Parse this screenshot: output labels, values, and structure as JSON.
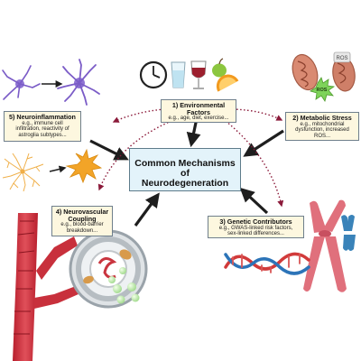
{
  "center": {
    "title_line1": "Common Mechanisms of",
    "title_line2": "Neurodegeneration"
  },
  "boxes": {
    "environmental": {
      "title_line1": "1) Environmental",
      "title_line2": "Factors",
      "desc_line1": "e.g., age, diet, exercise..."
    },
    "metabolic": {
      "title": "2) Metabolic Stress",
      "desc_line1": "e.g., mitochondrial",
      "desc_line2": "dysfunction, increased",
      "desc_line3": "ROS..."
    },
    "genetic": {
      "title": "3) Genetic Contributors",
      "desc_line1": "e.g., GWAS-linked risk factors,",
      "desc_line2": "sex-linked differences..."
    },
    "neurovascular": {
      "title_line1": "4) Neurovascular",
      "title_line2": "Coupling",
      "desc_line1": "e.g., blood-barrier",
      "desc_line2": "breakdown..."
    },
    "neuroinflammation": {
      "title": "5) Neuroinflammation",
      "desc_line1": "e.g., immune cell",
      "desc_line2": "infiltration, reactivity of",
      "desc_line3": "astroglia subtypes..."
    }
  },
  "ros_label": "ROS",
  "ros_label_mito": "ROS",
  "colors": {
    "arrow_solid": "#1e1e1e",
    "arrow_dotted": "#8b1a3a",
    "neuron_purple": "#7b5cc7",
    "astrocyte_orange": "#f0a030",
    "dna_red": "#d13a3a",
    "dna_blue": "#2c74b8",
    "chromosome_pink": "#e0707c",
    "chromosome_blue": "#3a83b9",
    "mito_fill": "#d98a72",
    "ros_green": "#7ed35a",
    "center_fill": "#e3f3fa",
    "box_fill": "#fdf7df"
  },
  "icons": [
    "clock-icon",
    "water-glass-icon",
    "wine-glass-icon",
    "apple-icon",
    "orange-slice-icon",
    "mitochondrion-icon",
    "ros-burst-icon",
    "neuron-icon",
    "microglia-icon",
    "astrocyte-icon",
    "blood-vessel-icon",
    "chromosome-icon",
    "dna-helix-icon"
  ]
}
